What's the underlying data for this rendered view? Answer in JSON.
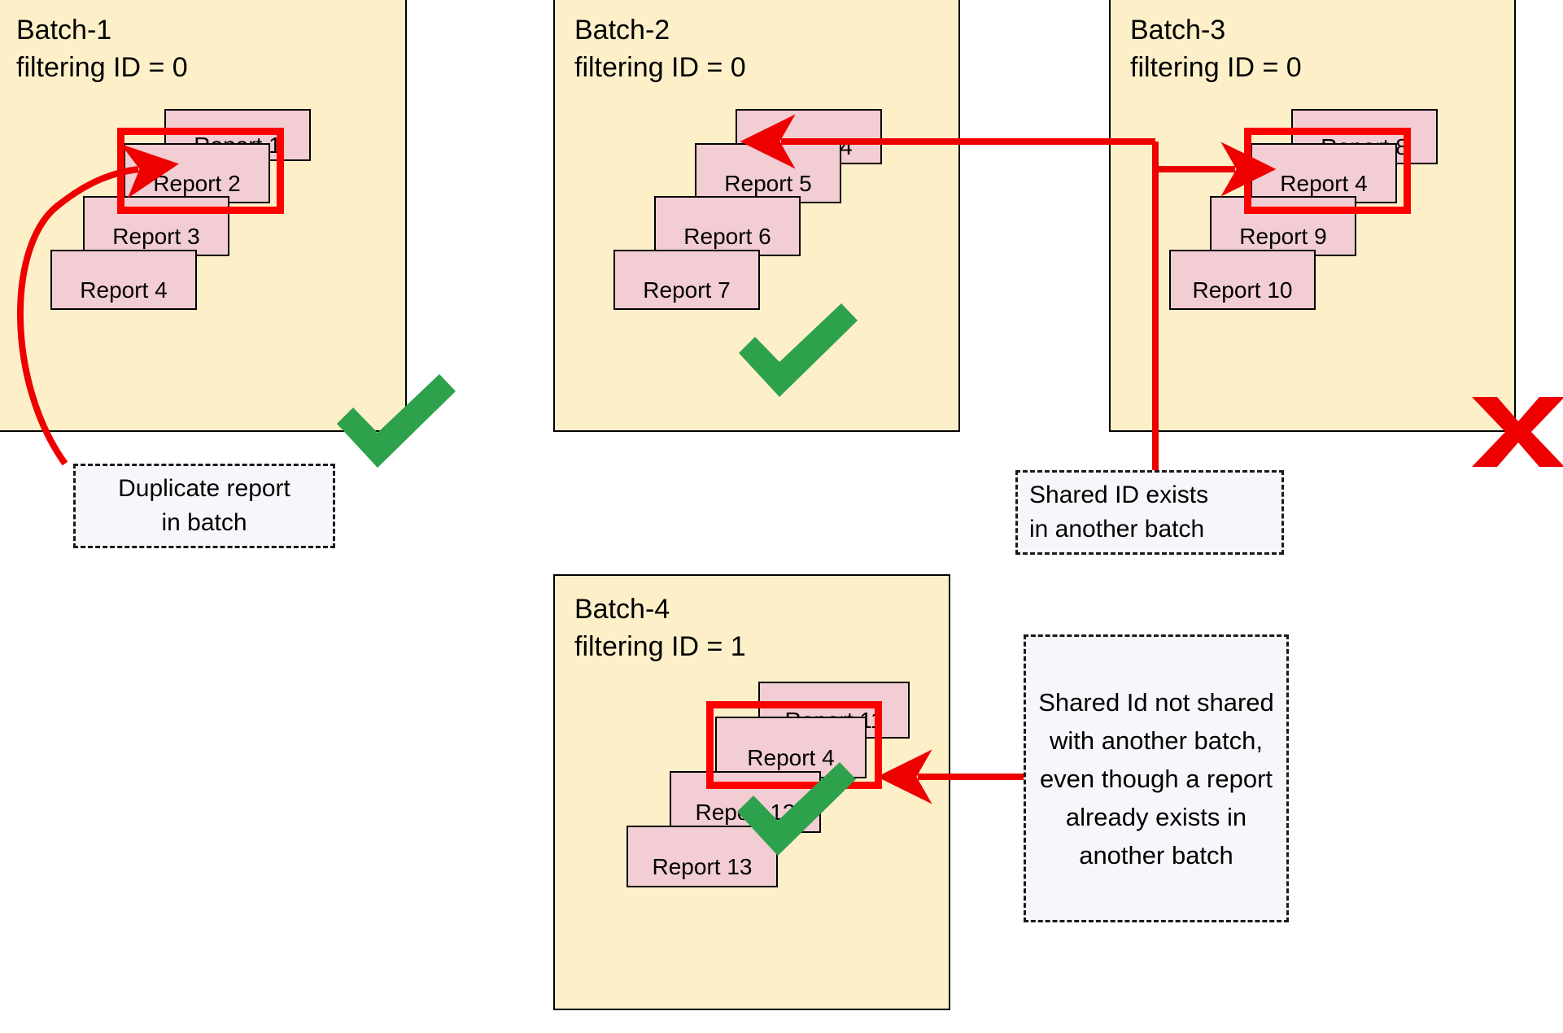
{
  "diagram": {
    "title_hidden": "Batch report filtering ID diagram",
    "colors": {
      "batch_fill": "#fdf0c9",
      "batch_border": "#000000",
      "card_fill": "#f2cdd3",
      "card_border": "#000000",
      "highlight": "#ff0000",
      "check": "#2ea14d",
      "cross": "#ee0000",
      "callout_fill": "#f5f7fa",
      "callout_border": "#1a1a1a"
    }
  },
  "batches": [
    {
      "id": "batch-1",
      "name": "Batch-1",
      "filter_label": "filtering ID = 0",
      "title": "Batch-1\nfiltering ID = 0",
      "status": "valid",
      "status_icon": "check-icon",
      "cards": [
        {
          "label": "Report 1"
        },
        {
          "label": "Report 2",
          "highlighted": true
        },
        {
          "label": "Report 3"
        },
        {
          "label": "Report 4"
        }
      ]
    },
    {
      "id": "batch-2",
      "name": "Batch-2",
      "filter_label": "filtering ID = 0",
      "title": "Batch-2\nfiltering ID = 0",
      "status": "valid",
      "status_icon": "check-icon",
      "cards": [
        {
          "label": "Report 4"
        },
        {
          "label": "Report 5"
        },
        {
          "label": "Report 6"
        },
        {
          "label": "Report 7"
        }
      ]
    },
    {
      "id": "batch-3",
      "name": "Batch-3",
      "filter_label": "filtering ID = 0",
      "title": "Batch-3\nfiltering ID = 0",
      "status": "invalid",
      "status_icon": "cross-icon",
      "cards": [
        {
          "label": "Report 8"
        },
        {
          "label": "Report 4",
          "highlighted": true
        },
        {
          "label": "Report 9"
        },
        {
          "label": "Report 10"
        }
      ]
    },
    {
      "id": "batch-4",
      "name": "Batch-4",
      "filter_label": "filtering ID = 1",
      "title": "Batch-4\nfiltering ID = 1",
      "status": "valid",
      "status_icon": "check-icon",
      "cards": [
        {
          "label": "Report 11"
        },
        {
          "label": "Report 4",
          "highlighted": true
        },
        {
          "label": "Report 12"
        },
        {
          "label": "Report 13"
        }
      ]
    }
  ],
  "callouts": [
    {
      "id": "callout-duplicate",
      "text": "Duplicate report\nin batch"
    },
    {
      "id": "callout-shared-id-exists",
      "text": "Shared ID exists\nin another batch"
    },
    {
      "id": "callout-shared-id-not-shared",
      "text": "Shared Id not shared with another batch, even though a report already exists in another batch"
    }
  ]
}
